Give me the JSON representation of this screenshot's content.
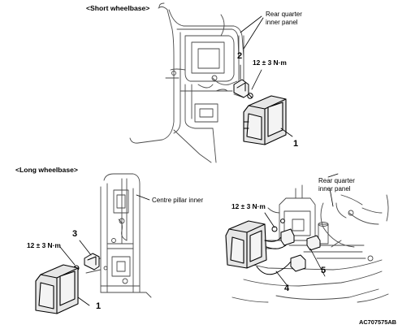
{
  "sections": {
    "short": "<Short wheelbase>",
    "long": "<Long wheelbase>"
  },
  "callouts": {
    "rear_quarter_inner_panel_line1": "Rear quarter",
    "rear_quarter_inner_panel_line2": "inner panel",
    "centre_pillar_inner": "Centre pillar inner",
    "torque": "12 ± 3 N·m"
  },
  "part_numbers": {
    "p1": "1",
    "p2": "2",
    "p3": "3",
    "p4": "4",
    "p5": "5"
  },
  "figure_code": "AC707575AB",
  "colors": {
    "line": "#000000",
    "body_line": "#4a4a4a",
    "fill_light": "#f4f4f4",
    "fill_module": "#e6e6e6"
  }
}
